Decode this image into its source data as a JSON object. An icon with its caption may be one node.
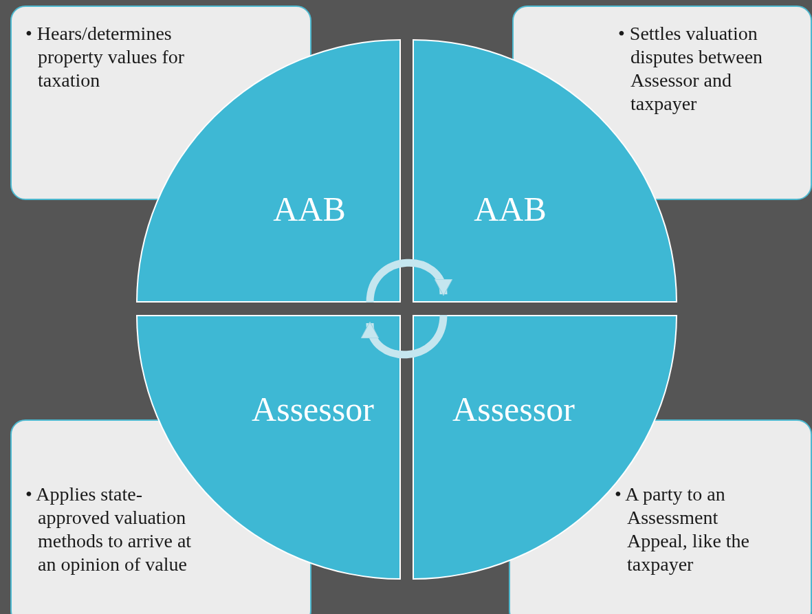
{
  "diagram": {
    "nodes": [
      {
        "text": [
          "• Hears/determines property values for taxation"
        ]
      },
      {
        "text": [
          "• Settles valuation disputes between Assessor and taxpayer"
        ]
      },
      {
        "text": [
          "AAB"
        ]
      },
      {
        "text": [
          "AAB"
        ]
      },
      {
        "text": [
          "Assessor"
        ]
      },
      {
        "text": [
          "Assessor"
        ]
      },
      {
        "text": [
          "• Applies state-approved valuation methods to arrive at an opinion of value"
        ]
      },
      {
        "text": [
          "• A party to an Assessment Appeal, like the taxpayer"
        ]
      }
    ],
    "edges": [
      {
        "from": 2,
        "to": 3,
        "arrow": "to"
      },
      {
        "from": 5,
        "to": 4,
        "arrow": "to"
      }
    ]
  }
}
